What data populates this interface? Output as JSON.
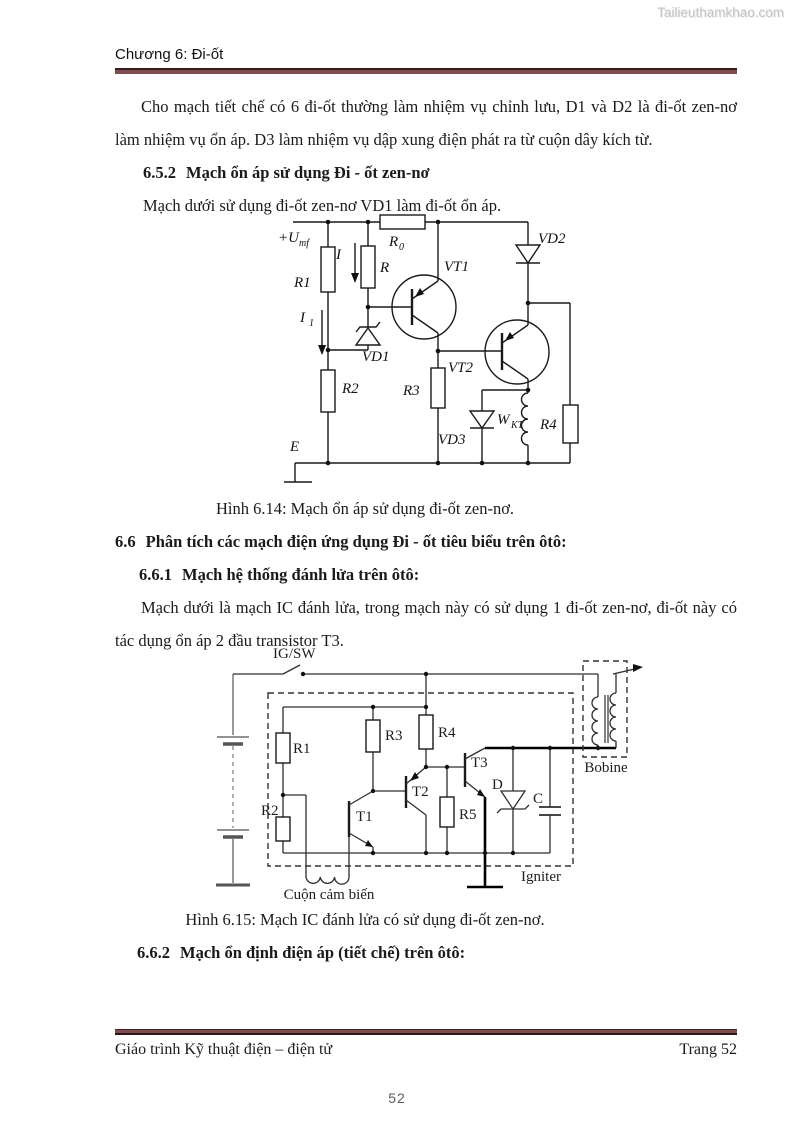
{
  "watermark": "Tailieuthamkhao.com",
  "header": {
    "chapter": "Chương 6: Đi-ốt"
  },
  "content": {
    "p_intro": "Cho mạch tiết chế có 6 đi-ốt thường làm nhiệm vụ chỉnh lưu, D1 và D2 là đi-ốt zen-nơ làm nhiệm vụ ổn áp. D3 làm nhiệm vụ dập xung điện phát ra từ cuộn dây kích từ.",
    "h652_num": "6.5.2",
    "h652_text": "Mạch ổn áp sử dụng Đi - ốt zen-nơ",
    "p_652": "Mạch dưới sử dụng đi-ốt zen-nơ VD1 làm đi-ốt ổn áp.",
    "fig614_caption": "Hình 6.14: Mạch ổn áp sử dụng đi-ốt zen-nơ.",
    "h66_num": "6.6",
    "h66_text": "Phân tích các mạch điện ứng dụng Đi - ốt tiêu biểu trên ôtô:",
    "h661_num": "6.6.1",
    "h661_text": "Mạch hệ thống đánh lửa trên ôtô:",
    "p_661": "Mạch dưới là mạch IC đánh lửa, trong mạch này có sử dụng 1 đi-ốt zen-nơ, đi-ốt này có tác dụng ổn áp 2 đầu transistor T3.",
    "fig615_caption": "Hình 6.15: Mạch IC đánh lửa có sử dụng đi-ốt zen-nơ.",
    "h662_num": "6.6.2",
    "h662_text": "Mạch ổn định điện áp (tiết chế) trên ôtô:"
  },
  "circuit1": {
    "labels": {
      "u": "+U",
      "u_sub": "mf",
      "r0": "R",
      "r0_sub": "0",
      "i": "I",
      "i1": "I",
      "i1_sub": "1",
      "r1": "R1",
      "r": "R",
      "vt1": "VT1",
      "vd1": "VD1",
      "vd2": "VD2",
      "vt2": "VT2",
      "r2": "R2",
      "r3": "R3",
      "vd3": "VD3",
      "w": "W",
      "w_sub": "KT",
      "r4": "R4",
      "e": "E"
    }
  },
  "circuit2": {
    "labels": {
      "igsw": "IG/SW",
      "r1": "R1",
      "r2": "R2",
      "r3": "R3",
      "r4": "R4",
      "r5": "R5",
      "t1": "T1",
      "t2": "T2",
      "t3": "T3",
      "d": "D",
      "c": "C",
      "bobine": "Bobine",
      "igniter": "Igniter",
      "sensor": "Cuộn cảm biến"
    }
  },
  "footer": {
    "left": "Giáo trình Kỹ thuật điện – điện tử",
    "right": "Trang 52",
    "page_number": "52"
  },
  "colors": {
    "rule_maroon": "#7e4e4e",
    "rule_dark": "#3a1b1b",
    "watermark": "#c4c4c4"
  }
}
